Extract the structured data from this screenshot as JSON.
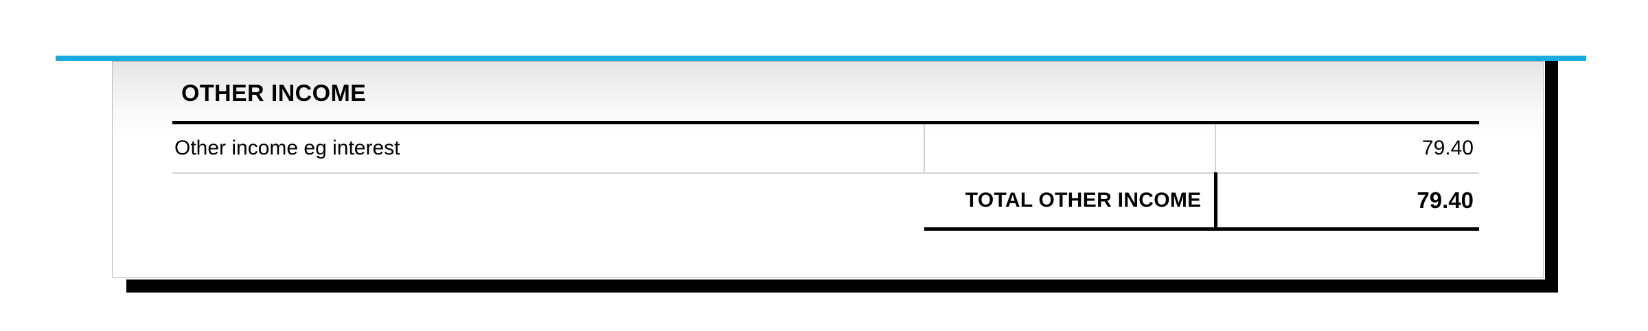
{
  "theme": {
    "accent_color": "#1BABE3",
    "card_border_color": "#BCBCBC",
    "rule_color": "#000000",
    "grid_color": "#D2D2D2",
    "shadow_color": "#000000",
    "text_color": "#000000"
  },
  "section": {
    "title": "OTHER INCOME"
  },
  "table": {
    "rows": [
      {
        "description": "Other income eg interest",
        "middle": "",
        "amount": "79.40"
      }
    ],
    "total": {
      "label": "TOTAL OTHER INCOME",
      "amount": "79.40"
    }
  }
}
